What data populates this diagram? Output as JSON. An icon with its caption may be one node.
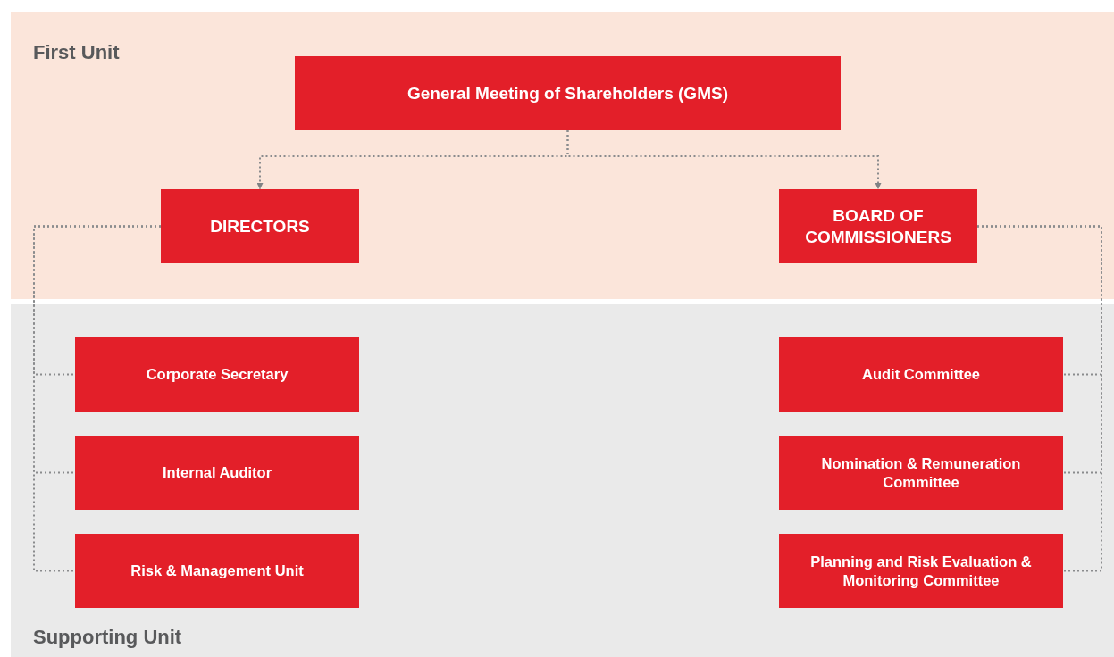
{
  "diagram": {
    "nodes": [
      {
        "text": [
          "First Unit"
        ]
      },
      {
        "text": [
          "General Meeting of Shareholders (GMS)"
        ],
        "in": 0
      },
      {
        "text": [
          "DIRECTORS"
        ],
        "in": 0
      },
      {
        "text": [
          "BOARD OF COMMISSIONERS"
        ],
        "in": 0
      },
      {
        "text": [
          "Supporting Unit"
        ]
      },
      {
        "text": [
          "Corporate Secretary"
        ],
        "in": 4
      },
      {
        "text": [
          "Internal Auditor"
        ],
        "in": 4
      },
      {
        "text": [
          "Risk & Management Unit"
        ],
        "in": 4
      },
      {
        "text": [
          "Audit Committee"
        ],
        "in": 4
      },
      {
        "text": [
          "Nomination & Remuneration Committee"
        ],
        "in": 4
      },
      {
        "text": [
          "Planning and Risk Evaluation & Monitoring Committee"
        ],
        "in": 4
      }
    ],
    "edges": [
      {
        "from": 1,
        "to": 2,
        "arrow": "to",
        "style": "dashed"
      },
      {
        "from": 1,
        "to": 3,
        "arrow": "to",
        "style": "dashed"
      },
      {
        "from": 2,
        "to": 5,
        "arrow": "none",
        "style": "dashed"
      },
      {
        "from": 2,
        "to": 6,
        "arrow": "none",
        "style": "dashed"
      },
      {
        "from": 2,
        "to": 7,
        "arrow": "none",
        "style": "dashed"
      },
      {
        "from": 3,
        "to": 8,
        "arrow": "none",
        "style": "dashed"
      },
      {
        "from": 3,
        "to": 9,
        "arrow": "none",
        "style": "dashed"
      },
      {
        "from": 3,
        "to": 10,
        "arrow": "none",
        "style": "dashed"
      }
    ]
  }
}
